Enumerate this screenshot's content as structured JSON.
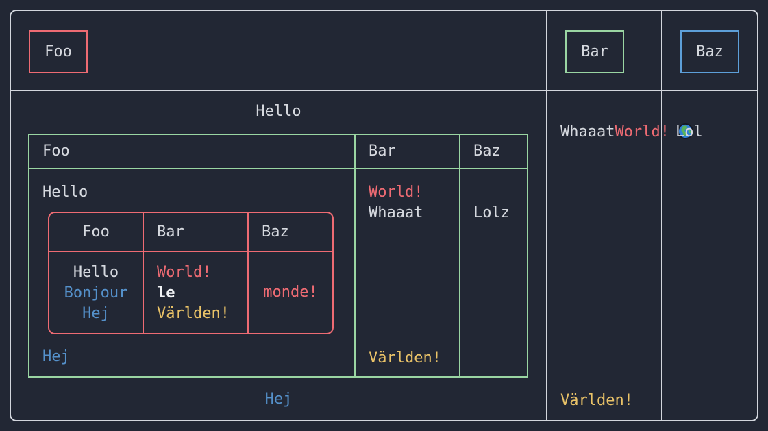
{
  "colors": {
    "background": "#222734",
    "table_border": "#d3d6dd",
    "text_default": "#d6d9df",
    "red": "#ee6b73",
    "green": "#9ad5a2",
    "blue_border": "#5d9fd9",
    "blue_text": "#5591cb",
    "yellow": "#eac368",
    "bold_white": "#f0f2f4"
  },
  "outer": {
    "headers": [
      "Foo",
      "Bar",
      "Baz"
    ],
    "foo_cell": {
      "title": "Hello",
      "footer": "Hej",
      "green_table": {
        "headers": [
          "Foo",
          "Bar",
          "Baz"
        ],
        "foo_cell": {
          "title": "Hello",
          "footer": "Hej",
          "red_table": {
            "headers": [
              "Foo",
              "Bar",
              "Baz"
            ],
            "foo_lines": [
              "Hello",
              "Bonjour",
              "Hej"
            ],
            "bar_lines": [
              "World!",
              "le",
              "Världen!"
            ],
            "baz_text": "monde!"
          }
        },
        "bar_cell": {
          "line1": "World!",
          "line2": "Whaaat",
          "footer": "Världen!"
        },
        "baz_cell": {
          "text": "Lolz"
        }
      }
    },
    "bar_cell": {
      "line1": "World!",
      "line2": "Whaaat",
      "footer": "Världen!",
      "globe_icon": "globe"
    },
    "baz_cell": {
      "text": "Lol"
    }
  }
}
